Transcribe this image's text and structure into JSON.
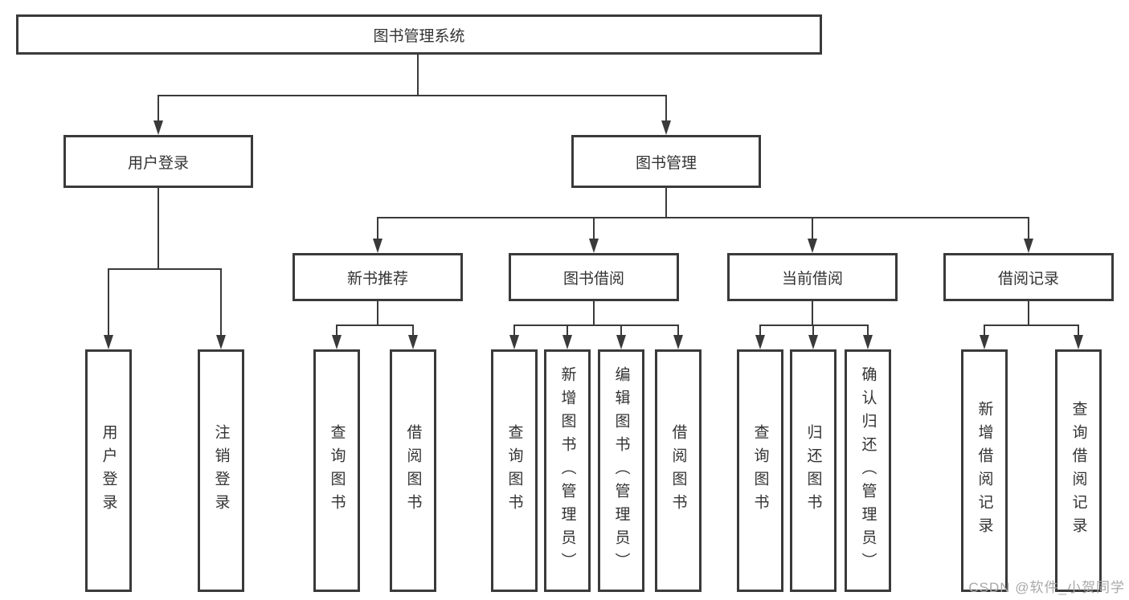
{
  "diagram": {
    "root": {
      "label": "图书管理系统"
    },
    "branches": [
      {
        "label": "用户登录",
        "children": [
          {
            "label": "用户登录"
          },
          {
            "label": "注销登录"
          }
        ]
      },
      {
        "label": "图书管理",
        "children": [
          {
            "label": "新书推荐",
            "children": [
              {
                "label": "查询图书"
              },
              {
                "label": "借阅图书"
              }
            ]
          },
          {
            "label": "图书借阅",
            "children": [
              {
                "label": "查询图书"
              },
              {
                "label": "新增图书（管理员）"
              },
              {
                "label": "编辑图书（管理员）"
              },
              {
                "label": "借阅图书"
              }
            ]
          },
          {
            "label": "当前借阅",
            "children": [
              {
                "label": "查询图书"
              },
              {
                "label": "归还图书"
              },
              {
                "label": "确认归还（管理员）"
              }
            ]
          },
          {
            "label": "借阅记录",
            "children": [
              {
                "label": "新增借阅记录"
              },
              {
                "label": "查询借阅记录"
              }
            ]
          }
        ]
      }
    ]
  },
  "watermark": {
    "text": "CSDN @软件_小贺同学"
  },
  "colors": {
    "line": "#3a3a3a",
    "text": "#333333",
    "watermark": "#a8a8a8",
    "background": "#ffffff"
  }
}
